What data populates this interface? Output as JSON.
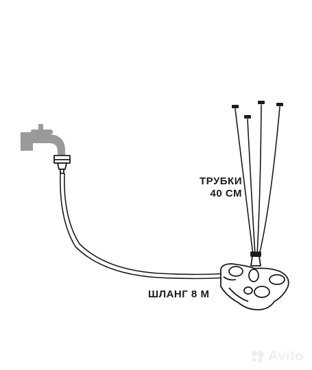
{
  "labels": {
    "tubes": [
      "ТРУБКИ",
      "40 СМ"
    ],
    "hose": "ШЛАНГ 8 М"
  },
  "watermark": {
    "text": "Avito",
    "icon": "avito-logo-dots"
  },
  "icons": {
    "faucet": "faucet-icon",
    "connector": "hose-connector-icon",
    "splitter": "drip-splitter-icon"
  },
  "colors": {
    "outline": "#1a1a1a",
    "faucet_fill": "#9a9a9a",
    "label_text": "#1a1a1a",
    "watermark": "#d0d0d0"
  }
}
